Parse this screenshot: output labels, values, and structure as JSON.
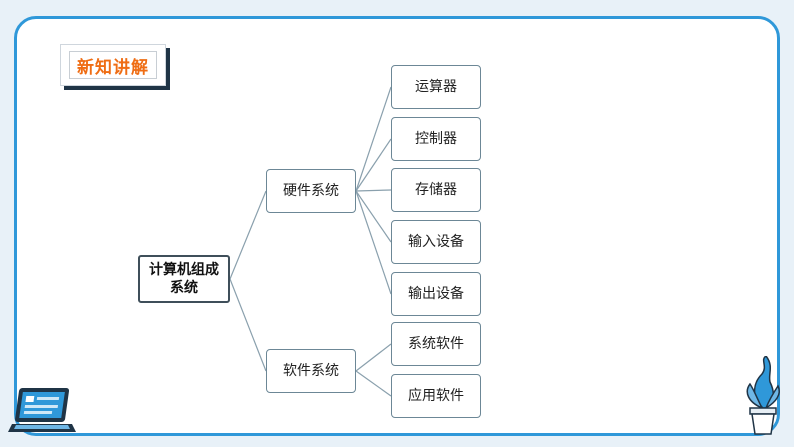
{
  "badge": {
    "label": "新知讲解"
  },
  "diagram": {
    "root": {
      "label": "计算机组成\n系统"
    },
    "hardware": {
      "label": "硬件系统",
      "children": [
        "运算器",
        "控制器",
        "存储器",
        "输入设备",
        "输出设备"
      ]
    },
    "software": {
      "label": "软件系统",
      "children": [
        "系统软件",
        "应用软件"
      ]
    }
  },
  "colors": {
    "frame": "#2f98d9",
    "badge_text": "#ef6d14",
    "connector": "#8aa0ad"
  },
  "icons": [
    "laptop-icon",
    "potted-plant-icon"
  ]
}
